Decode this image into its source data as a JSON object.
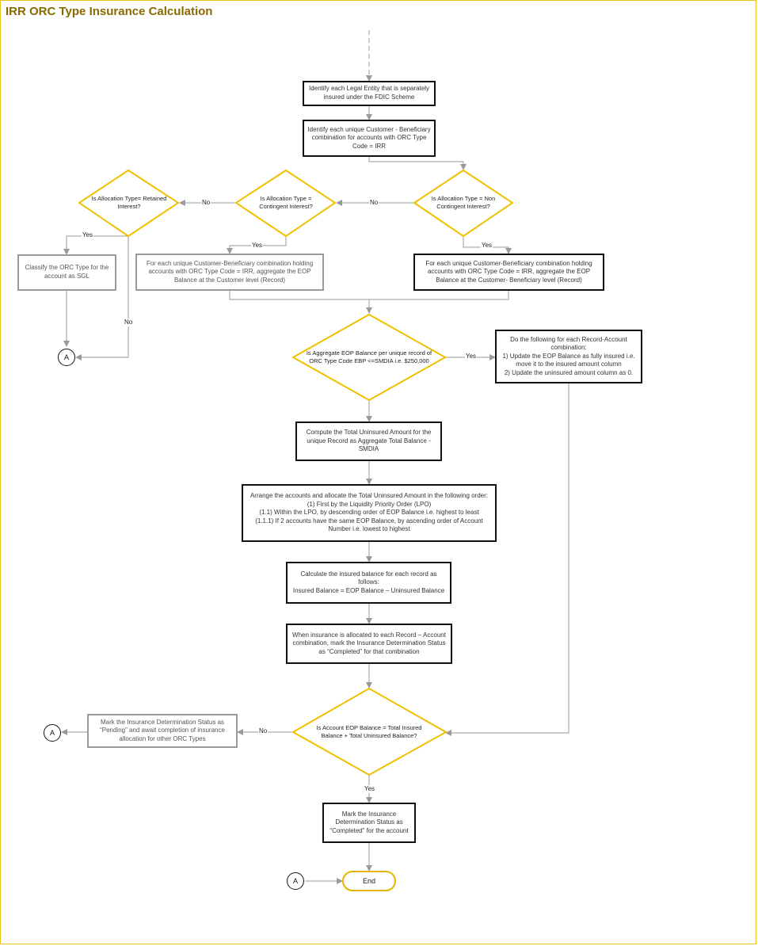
{
  "title": "IRR ORC Type Insurance Calculation",
  "colors": {
    "decision_border": "#f0c000",
    "frame_border": "#e8c21a",
    "title": "#8a6a00",
    "connector_line": "#9a9a9a"
  },
  "boxes": {
    "identify_entity": "Identify each Legal Entity that is separately insured under the FDIC Scheme",
    "identify_combination": "Identify each unique Customer - Beneficiary combination for accounts with ORC Type Code = IRR",
    "classify_sgl": "Classify the ORC Type for the account as SGL",
    "aggregate_customer": "For each unique Customer-Beneficiary combination holding accounts with ORC Type Code = IRR, aggregate the EOP Balance at the Customer level (Record)",
    "aggregate_beneficiary": "For each unique Customer-Beneficiary combination holding accounts with ORC Type Code = IRR, aggregate the EOP Balance at the Customer- Beneficiary level (Record)",
    "fully_insured": "Do the following for each Record-Account combination:\n1) Update the EOP Balance as fully insured i.e. move it to the insured amount column\n2) Update the uninsured amount column as 0.",
    "compute_uninsured": "Compute the Total Uninsured Amount for the unique Record as Aggregate Total Balance - SMDIA",
    "arrange_accounts": "Arrange the accounts and allocate the Total Uninsured Amount in the following order:\n(1) First by the Liquidity Priority Order (LPO)\n(1.1) Within the LPO, by descending order of EOP Balance i.e. highest to least\n(1.1.1) If 2 accounts have the same EOP Balance, by ascending order of Account Number i.e. lowest to highest",
    "calc_insured": "Calculate the insured balance for each record as follows:\nInsured Balance = EOP Balance – Uninsured Balance",
    "mark_completed_combination": "When insurance is allocated to each Record – Account combination, mark the Insurance Determination Status as “Completed” for that combination",
    "mark_pending": "Mark the Insurance Determination Status as “Pending” and await completion of insurance allocation for other ORC Types",
    "mark_completed_account": "Mark the Insurance Determination Status as “Completed” for the account"
  },
  "decisions": {
    "retained": "Is Allocation Type= Retained Interest?",
    "contingent": "Is Allocation Type = Contingent Interest?",
    "non_contingent": "Is Allocation Type = Non Contingent Interest?",
    "aggregate_check": "Is Aggregate EOP Balance per unique record of ORC Type Code EBP <=SMDIA i.e. $250,000",
    "balance_check": "Is Account EOP Balance = Total Insured Balance + Total Uninsured Balance?"
  },
  "edge_labels": {
    "no_contingent": "No",
    "no_retained": "No",
    "yes_retained": "Yes",
    "yes_contingent": "Yes",
    "yes_non_contingent": "Yes",
    "no_retained_down": "No",
    "yes_aggregate": "Yes",
    "no_balance": "No",
    "yes_balance": "Yes"
  },
  "connectors": {
    "a1": "A",
    "a2": "A",
    "a3": "A"
  },
  "terminal": {
    "end": "End"
  }
}
